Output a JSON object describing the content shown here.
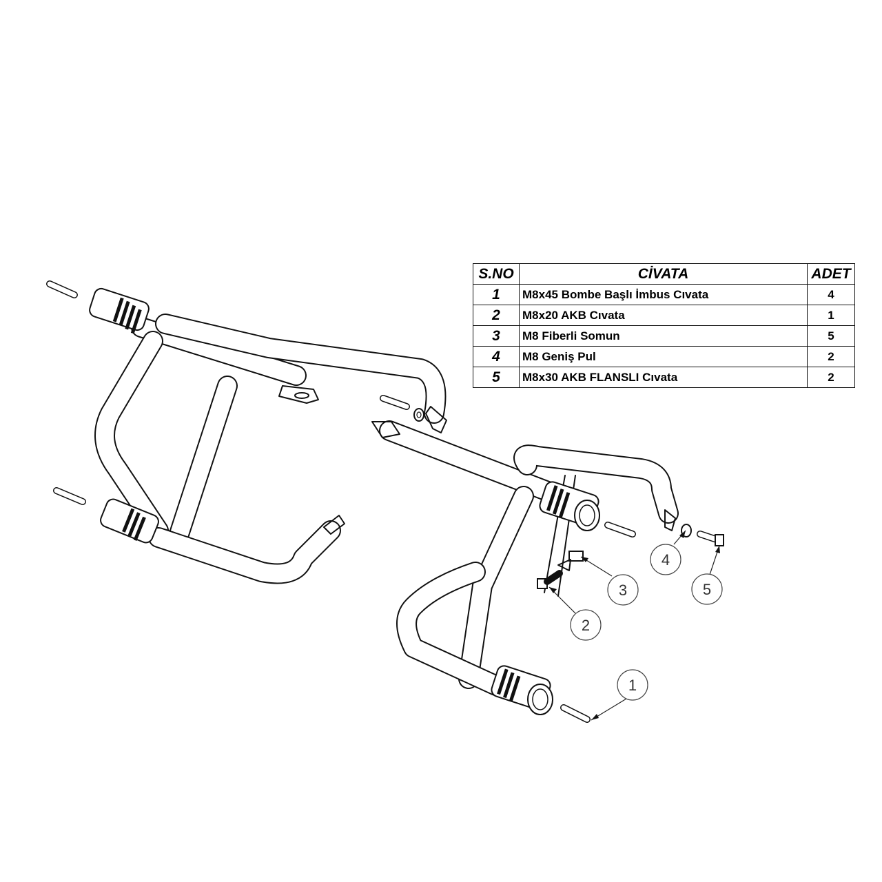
{
  "table": {
    "headers": {
      "sno": "S.NO",
      "civata": "CİVATA",
      "adet": "ADET"
    },
    "rows": [
      {
        "sno": "1",
        "civata": "M8x45 Bombe Başlı İmbus Cıvata",
        "adet": "4"
      },
      {
        "sno": "2",
        "civata": "M8x20 AKB Cıvata",
        "adet": "1"
      },
      {
        "sno": "3",
        "civata": "M8 Fiberli Somun",
        "adet": "5"
      },
      {
        "sno": "4",
        "civata": "M8 Geniş Pul",
        "adet": "2"
      },
      {
        "sno": "5",
        "civata": "M8x30 AKB FLANSLI Cıvata",
        "adet": "2"
      }
    ]
  },
  "callouts": [
    "1",
    "2",
    "3",
    "4",
    "5"
  ]
}
